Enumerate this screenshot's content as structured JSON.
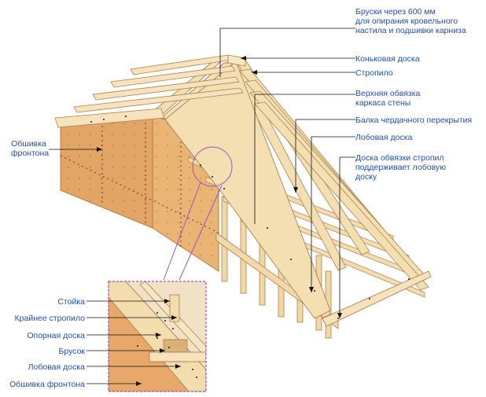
{
  "callouts_right": [
    {
      "id": "battens",
      "lines": [
        "Бруски через 600 мм",
        "для опирания кровельного",
        "настила и подшивки карниза"
      ]
    },
    {
      "id": "ridge-board",
      "lines": [
        "Коньковая доска"
      ]
    },
    {
      "id": "rafter",
      "lines": [
        "Стропило"
      ]
    },
    {
      "id": "top-plate",
      "lines": [
        "Верхняя обвязка",
        "каркаса стены"
      ]
    },
    {
      "id": "ceiling-joist",
      "lines": [
        "Балка чердачного перекрытия"
      ]
    },
    {
      "id": "fascia-board",
      "lines": [
        "Лобовая доска"
      ]
    },
    {
      "id": "rafter-plate",
      "lines": [
        "Доска обвязки стропил",
        "поддерживает лобовую",
        "доску"
      ]
    }
  ],
  "callout_left": {
    "id": "gable-sheathing",
    "lines": [
      "Обшивка",
      "фронтона"
    ]
  },
  "inset_labels": [
    {
      "id": "stud",
      "text": "Стойка"
    },
    {
      "id": "end-rafter",
      "text": "Крайнее стропило"
    },
    {
      "id": "bearing-board",
      "text": "Опорная доска"
    },
    {
      "id": "block",
      "text": "Брусок"
    },
    {
      "id": "fascia-inset",
      "text": "Лобовая доска"
    },
    {
      "id": "gable-sheathing-inset",
      "text": "Обшивка фронтона"
    }
  ],
  "colors": {
    "label": "#1f4fb0",
    "inset_border": "#9a52c8",
    "wood_light": "#f3dcae",
    "wood_dark": "#c8a068",
    "sheathing": "#e6a867"
  }
}
